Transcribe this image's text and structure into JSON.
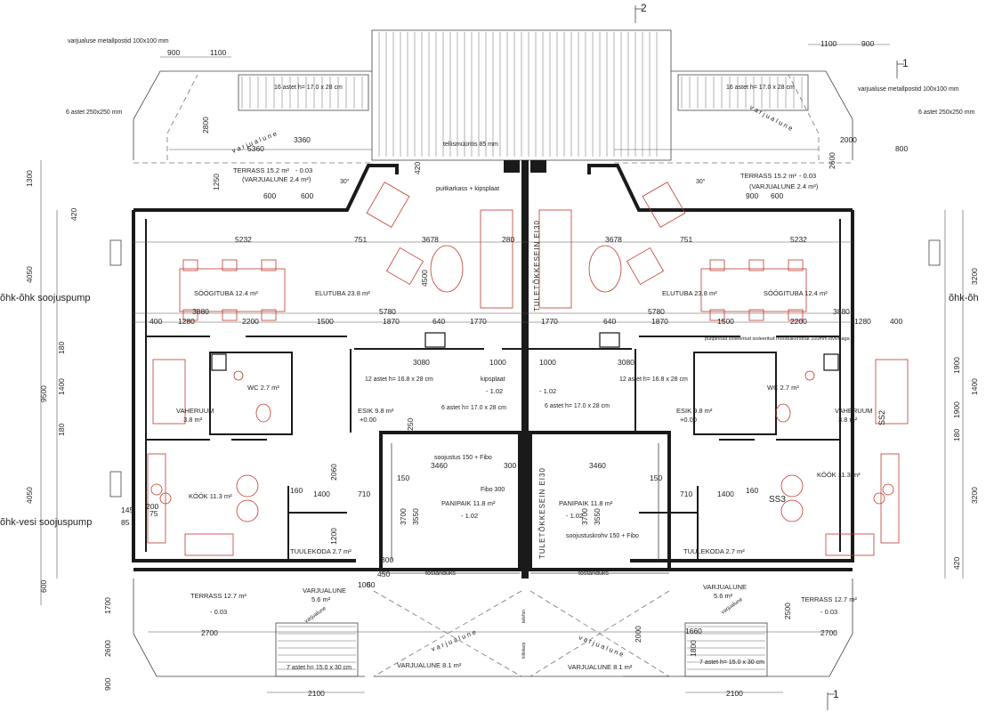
{
  "section_markers": [
    "2",
    "1",
    "1"
  ],
  "dimensions": [
    "900",
    "1100",
    "1100",
    "900",
    "1300",
    "4050",
    "9500",
    "4050",
    "600",
    "420",
    "180",
    "1400",
    "180",
    "3200",
    "1900",
    "1400",
    "1900",
    "180",
    "3200",
    "420",
    "5360",
    "3360",
    "2000",
    "800",
    "600",
    "600",
    "600",
    "900",
    "5232",
    "751",
    "3678",
    "280",
    "3678",
    "751",
    "5232",
    "400",
    "1280",
    "2200",
    "1500",
    "1870",
    "640",
    "1770",
    "1770",
    "640",
    "1870",
    "1500",
    "2200",
    "1280",
    "400",
    "3880",
    "5780",
    "5780",
    "3880",
    "3080",
    "1000",
    "1000",
    "3080",
    "3460",
    "300",
    "3460",
    "1400",
    "710",
    "160",
    "710",
    "1400",
    "160",
    "2700",
    "2700",
    "2100",
    "2100",
    "145",
    "200",
    "75",
    "85",
    "2600",
    "1700",
    "900",
    "420",
    "250",
    "150",
    "150",
    "1200",
    "2060",
    "4500",
    "3700",
    "3550",
    "3700",
    "3550",
    "1250",
    "2800",
    "2600",
    "2500",
    "1660",
    "1800",
    "2000",
    "450",
    "100",
    "50",
    "300"
  ],
  "notes": {
    "metal_posts_left": "varjualuse metallpostid 100x100 mm",
    "metal_posts_right": "varjualuse metallpostid 100x100 mm",
    "steps_left": "6 astet  250x250 mm",
    "steps_right": "6 astet  250x250 mm",
    "stairs_16_left": "16 astet h= 17.0 x 28 cm",
    "stairs_16_right": "16 astet h= 17.0 x 28 cm",
    "brick_wall": "tellismüüritis 85 mm",
    "partition": "puitkarkass + kipsplaat",
    "firewall_top": "TULETÕKKESEIN EI30",
    "firewall_bottom": "TULETÕKKESEIN EI30",
    "insulation_note": "puitpinnad isoleeritud isoleeritud moodulkorstnat 100mm kivivillaga",
    "stairs_12_left": "12 astet h= 16.8 x 28 cm",
    "stairs_12_right": "12 astet h= 16.8 x 28 cm",
    "stairs_6_left": "6 astet h= 17.0 x 28 cm",
    "stairs_6_right": "6 astet h= 17.0 x 28 cm",
    "gypsum": "kipsplaat",
    "insulation_fibo": "soojustus 150 + Fibo",
    "fibo": "Fibo 300",
    "insulation_plaster": "soojustuskrohv  150 + Fibo",
    "stairs_7_left": "7 astet h= 15.0 x 30 cm",
    "stairs_7_right": "7 astet h= 15.0 x 30 cm",
    "heatpump_air_left": "õhk-õhk soojuspump",
    "heatpump_air_right": "õhk-õh",
    "heatpump_water_left": "õhk-vesi soojuspump",
    "lift_door_left": "tõstanduks",
    "lift_door_right": "tõstanduks",
    "telephone": "telefon",
    "power_meter": "kilbikarp",
    "angle": "30°",
    "angle_right": "30°",
    "ss2": "SS2",
    "ss3": "SS3"
  },
  "rooms_left": {
    "terrace_top": "TERRASS 15.2 m²",
    "terrace_top_level": "- 0.03",
    "canopy_top": "(VARJUALUNE 2.4 m²)",
    "dining": "SÖÖGITUBA  12.4 m²",
    "living": "ELUTUBA  23.8 m²",
    "wc": "WC  2.7 m²",
    "vestibule": "VAHERUUM",
    "vestibule_area": "3.8 m²",
    "hall": "ESIK  9.8 m²",
    "hall_level": "+0.00",
    "hall_level_lower": "- 1.02",
    "kitchen": "KÖÖK  11.3 m²",
    "garage": "PANIPAIK  11.8 m²",
    "garage_level": "- 1.02",
    "windbreak": "TUULEKODA  2.7 m²",
    "terrace_bottom": "TERRASS 12.7 m²",
    "terrace_bottom_level": "- 0.03",
    "canopy_entry": "VARJUALUNE",
    "canopy_entry_area": "5.6 m²",
    "canopy_bottom": "VARJUALUNE 8.1 m²",
    "canopy_diag_top": "v a r j u a l u n e",
    "canopy_diag_bottom": "v a r j u a l u n e",
    "canopy_diag_small": "varjualune"
  },
  "rooms_right": {
    "terrace_top": "TERRASS 15.2 m²",
    "terrace_top_level": "- 0.03",
    "canopy_top": "(VARJUALUNE 2.4 m²)",
    "dining": "SÖÖGITUBA  12.4 m²",
    "living": "ELUTUBA  23.8 m²",
    "wc": "WC  2.7 m²",
    "vestibule": "VAHERUUM",
    "vestibule_area": "3.8 m²",
    "hall": "ESIK  9.8 m²",
    "hall_level": "+0.00",
    "hall_level_lower": "- 1.02",
    "kitchen": "KÖÖK  11.3 m²",
    "garage": "PANIPAIK  11.8 m²",
    "garage_level": "- 1.02",
    "windbreak": "TUULEKODA  2.7 m²",
    "terrace_bottom": "TERRASS 12.7 m²",
    "terrace_bottom_level": "- 0.03",
    "canopy_entry": "VARJUALUNE",
    "canopy_entry_area": "5.6 m²",
    "canopy_bottom": "VARJUALUNE 8.1 m²",
    "canopy_diag_top": "v a r j u a l u n e",
    "canopy_diag_bottom": "v a r j u a l u n e",
    "canopy_diag_small": "varjualune"
  }
}
